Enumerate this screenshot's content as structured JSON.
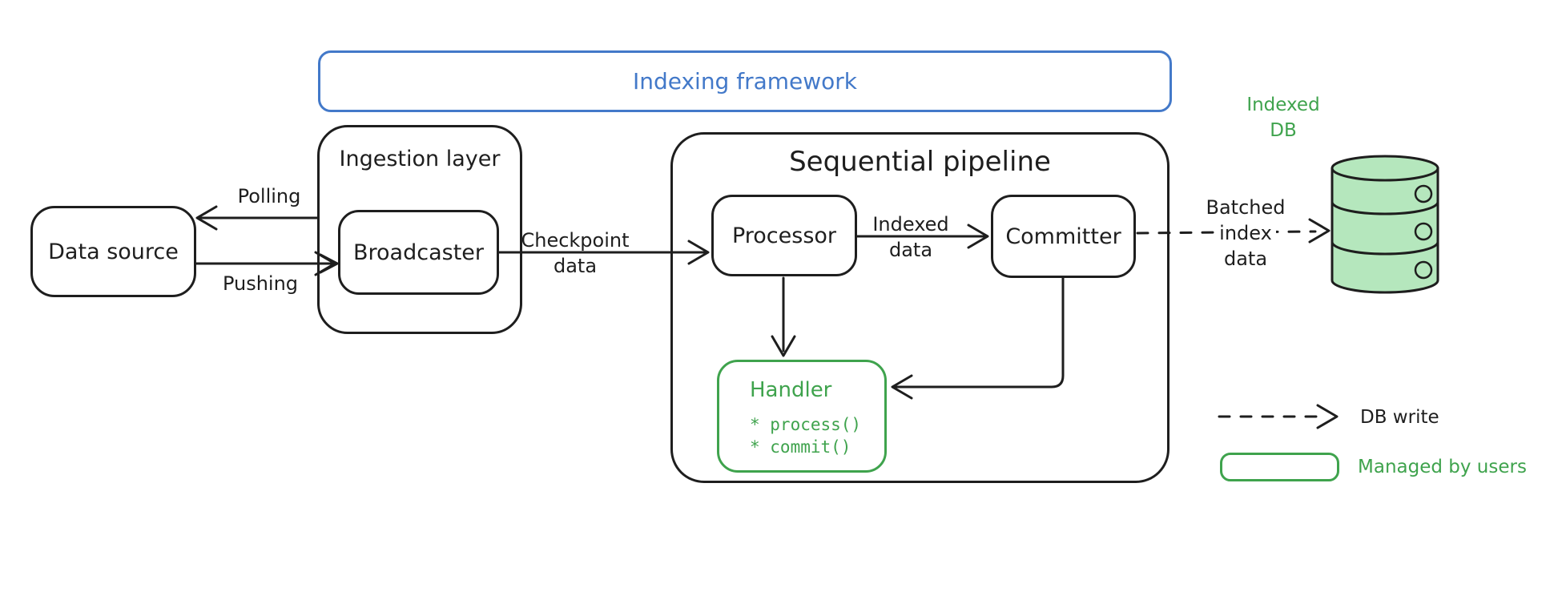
{
  "frame": {
    "title": "Indexing framework"
  },
  "nodes": {
    "data_source": {
      "label": "Data source"
    },
    "ingestion_layer": {
      "label": "Ingestion layer"
    },
    "broadcaster": {
      "label": "Broadcaster"
    },
    "sequential_pipeline": {
      "label": "Sequential pipeline"
    },
    "processor": {
      "label": "Processor"
    },
    "committer": {
      "label": "Committer"
    },
    "handler": {
      "label": "Handler",
      "methods": [
        "* process()",
        "* commit()"
      ]
    },
    "indexed_db": {
      "line1": "Indexed",
      "line2": "DB"
    }
  },
  "edges": {
    "polling": {
      "label": "Polling"
    },
    "pushing": {
      "label": "Pushing"
    },
    "checkpoint_data": {
      "line1": "Checkpoint",
      "line2": "data"
    },
    "indexed_data": {
      "line1": "Indexed",
      "line2": "data"
    },
    "batched_index_data": {
      "line1": "Batched",
      "line2": "index",
      "line3": "data"
    }
  },
  "legend": {
    "db_write": "DB write",
    "managed_by_users": "Managed by users"
  },
  "colors": {
    "stroke": "#1e1e1e",
    "blue": "#4379c9",
    "green": "#3fa34d",
    "green_fill": "#b5e7bd",
    "background": "#ffffff"
  }
}
